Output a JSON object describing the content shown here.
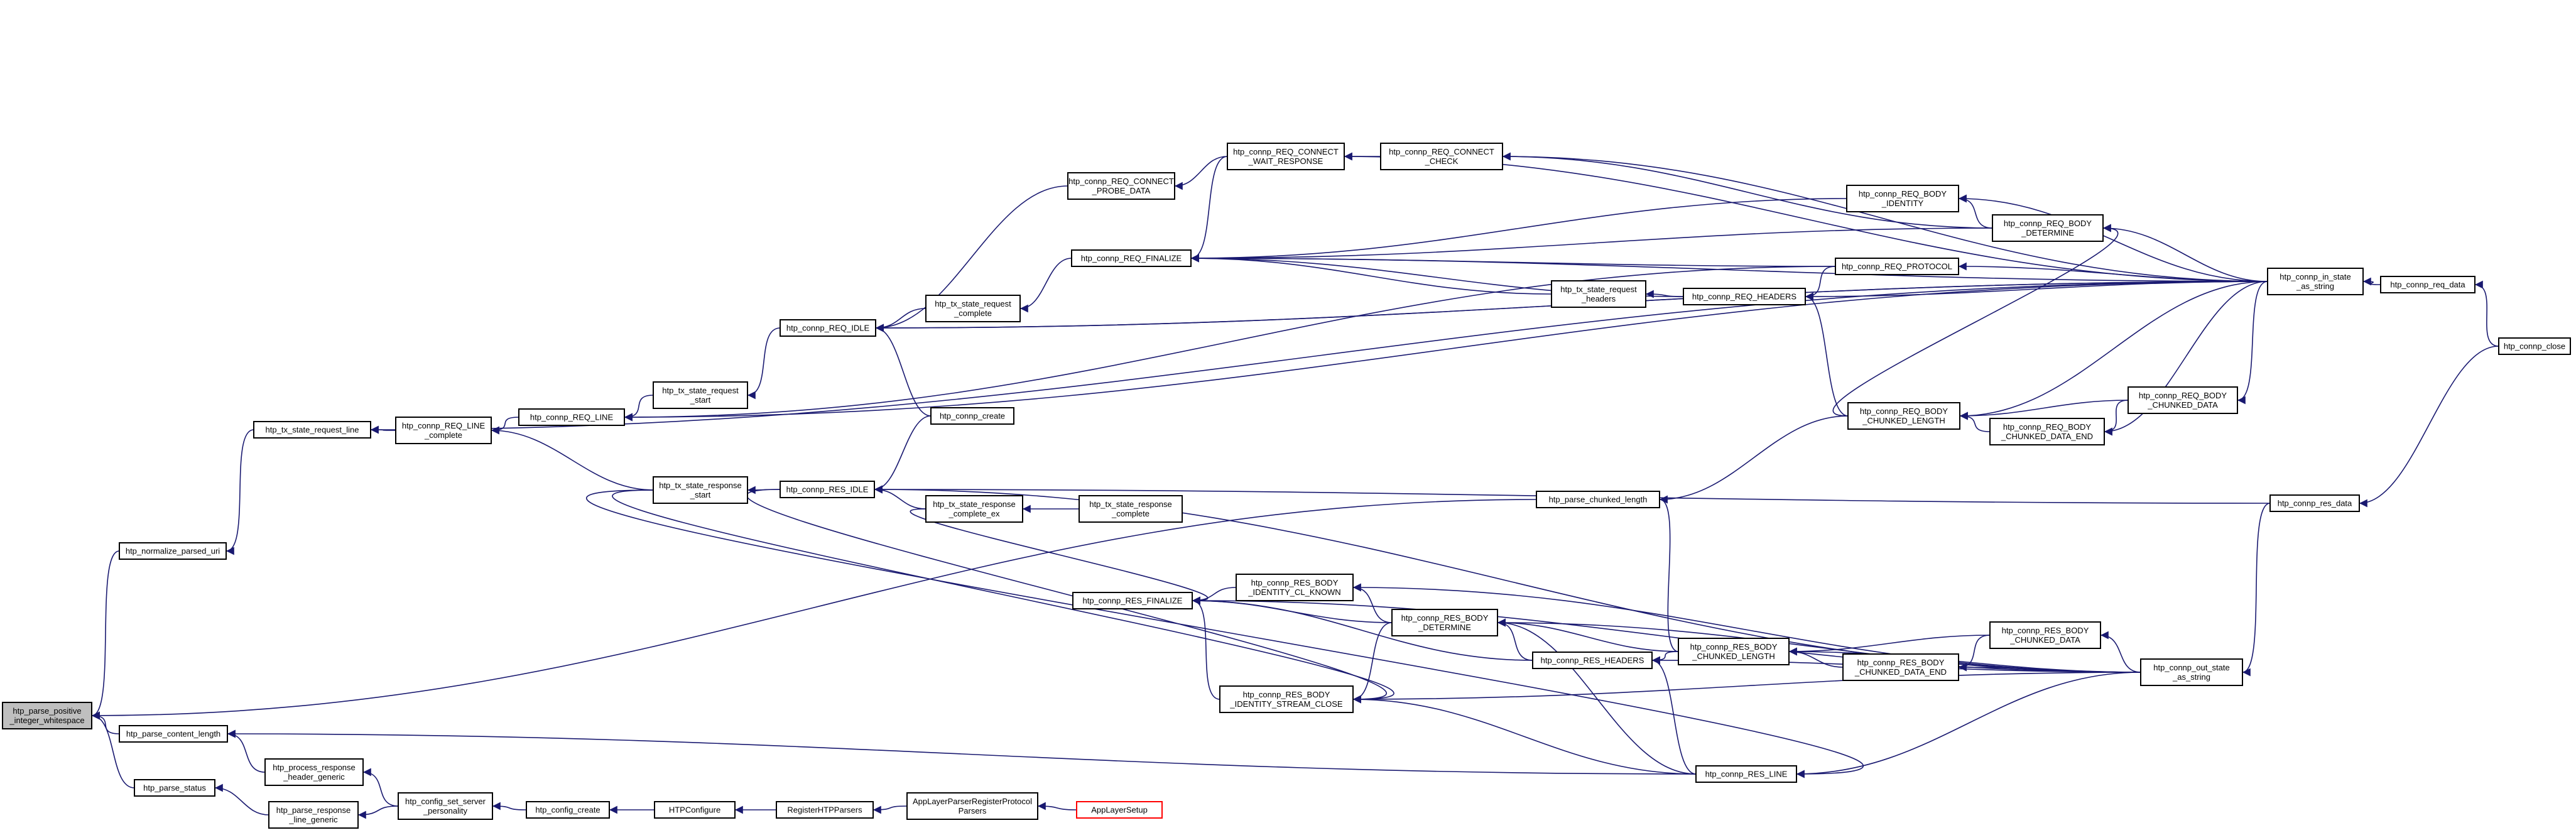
{
  "colors": {
    "edge": "#191970",
    "root_fill": "#bfbfbf",
    "node_border": "#000000",
    "highlight_border": "#ff0000"
  },
  "nodes": [
    {
      "id": "root",
      "lines": [
        "htp_parse_positive",
        "_integer_whitespace"
      ],
      "kind": "root"
    },
    {
      "id": "norm_url",
      "lines": [
        "htp_normalize_parsed_uri"
      ]
    },
    {
      "id": "cont_len",
      "lines": [
        "htp_parse_content_length"
      ]
    },
    {
      "id": "parse_status",
      "lines": [
        "htp_parse_status"
      ]
    },
    {
      "id": "req_line_tx",
      "lines": [
        "htp_tx_state_request_line"
      ]
    },
    {
      "id": "req_line_complete",
      "lines": [
        "htp_connp_REQ_LINE",
        "_complete"
      ]
    },
    {
      "id": "req_line",
      "lines": [
        "htp_connp_REQ_LINE"
      ]
    },
    {
      "id": "tx_req_start",
      "lines": [
        "htp_tx_state_request",
        "_start"
      ]
    },
    {
      "id": "tx_resp_start",
      "lines": [
        "htp_tx_state_response",
        "_start"
      ]
    },
    {
      "id": "req_idle",
      "lines": [
        "htp_connp_REQ_IDLE"
      ]
    },
    {
      "id": "res_idle",
      "lines": [
        "htp_connp_RES_IDLE"
      ]
    },
    {
      "id": "tx_req_complete",
      "lines": [
        "htp_tx_state_request",
        "_complete"
      ]
    },
    {
      "id": "connp_create",
      "lines": [
        "htp_connp_create"
      ]
    },
    {
      "id": "tx_resp_complete_ex",
      "lines": [
        "htp_tx_state_response",
        "_complete_ex"
      ]
    },
    {
      "id": "tx_resp_complete",
      "lines": [
        "htp_tx_state_response",
        "_complete"
      ]
    },
    {
      "id": "req_connect_probe",
      "lines": [
        "htp_connp_REQ_CONNECT",
        "_PROBE_DATA"
      ]
    },
    {
      "id": "req_connect_wait",
      "lines": [
        "htp_connp_REQ_CONNECT",
        "_WAIT_RESPONSE"
      ]
    },
    {
      "id": "req_connect_check",
      "lines": [
        "htp_connp_REQ_CONNECT",
        "_CHECK"
      ]
    },
    {
      "id": "req_finalize",
      "lines": [
        "htp_connp_REQ_FINALIZE"
      ]
    },
    {
      "id": "tx_req_headers",
      "lines": [
        "htp_tx_state_request",
        "_headers"
      ]
    },
    {
      "id": "req_headers",
      "lines": [
        "htp_connp_REQ_HEADERS"
      ]
    },
    {
      "id": "req_protocol",
      "lines": [
        "htp_connp_REQ_PROTOCOL"
      ]
    },
    {
      "id": "req_body_identity",
      "lines": [
        "htp_connp_REQ_BODY",
        "_IDENTITY"
      ]
    },
    {
      "id": "req_body_determine",
      "lines": [
        "htp_connp_REQ_BODY",
        "_DETERMINE"
      ]
    },
    {
      "id": "req_body_chunked_length",
      "lines": [
        "htp_connp_REQ_BODY",
        "_CHUNKED_LENGTH"
      ]
    },
    {
      "id": "req_body_chunked_data_end",
      "lines": [
        "htp_connp_REQ_BODY",
        "_CHUNKED_DATA_END"
      ]
    },
    {
      "id": "req_body_chunked_data",
      "lines": [
        "htp_connp_REQ_BODY",
        "_CHUNKED_DATA"
      ]
    },
    {
      "id": "in_state",
      "lines": [
        "htp_connp_in_state",
        "_as_string"
      ]
    },
    {
      "id": "req_data",
      "lines": [
        "htp_connp_req_data"
      ]
    },
    {
      "id": "connp_close",
      "lines": [
        "htp_connp_close"
      ]
    },
    {
      "id": "res_data",
      "lines": [
        "htp_connp_res_data"
      ]
    },
    {
      "id": "parse_chunked",
      "lines": [
        "htp_parse_chunked_length"
      ]
    },
    {
      "id": "res_finalize",
      "lines": [
        "htp_connp_RES_FINALIZE"
      ]
    },
    {
      "id": "res_body_cl_known",
      "lines": [
        "htp_connp_RES_BODY",
        "_IDENTITY_CL_KNOWN"
      ]
    },
    {
      "id": "res_body_determine",
      "lines": [
        "htp_connp_RES_BODY",
        "_DETERMINE"
      ]
    },
    {
      "id": "res_headers",
      "lines": [
        "htp_connp_RES_HEADERS"
      ]
    },
    {
      "id": "res_body_stream_close",
      "lines": [
        "htp_connp_RES_BODY",
        "_IDENTITY_STREAM_CLOSE"
      ]
    },
    {
      "id": "res_body_chunked_length",
      "lines": [
        "htp_connp_RES_BODY",
        "_CHUNKED_LENGTH"
      ]
    },
    {
      "id": "res_body_chunked_data_end",
      "lines": [
        "htp_connp_RES_BODY",
        "_CHUNKED_DATA_END"
      ]
    },
    {
      "id": "res_body_chunked_data",
      "lines": [
        "htp_connp_RES_BODY",
        "_CHUNKED_DATA"
      ]
    },
    {
      "id": "out_state",
      "lines": [
        "htp_connp_out_state",
        "_as_string"
      ]
    },
    {
      "id": "res_line",
      "lines": [
        "htp_connp_RES_LINE"
      ]
    },
    {
      "id": "process_resp_header",
      "lines": [
        "htp_process_response",
        "_header_generic"
      ]
    },
    {
      "id": "parse_resp_line",
      "lines": [
        "htp_parse_response",
        "_line_generic"
      ]
    },
    {
      "id": "config_set_server",
      "lines": [
        "htp_config_set_server",
        "_personality"
      ]
    },
    {
      "id": "config_create",
      "lines": [
        "htp_config_create"
      ]
    },
    {
      "id": "http_configure",
      "lines": [
        "HTPConfigure"
      ]
    },
    {
      "id": "register_parsers",
      "lines": [
        "RegisterHTPParsers"
      ]
    },
    {
      "id": "applayer_register",
      "lines": [
        "AppLayerParserRegisterProtocol",
        "Parsers"
      ]
    },
    {
      "id": "applayer_setup",
      "lines": [
        "AppLayerSetup"
      ],
      "kind": "red"
    }
  ],
  "edges": [
    [
      "norm_url",
      "root"
    ],
    [
      "cont_len",
      "root"
    ],
    [
      "parse_status",
      "root"
    ],
    [
      "parse_chunked",
      "root"
    ],
    [
      "req_line_tx",
      "norm_url"
    ],
    [
      "process_resp_header",
      "cont_len"
    ],
    [
      "res_line",
      "cont_len"
    ],
    [
      "parse_resp_line",
      "parse_status"
    ],
    [
      "req_line_complete",
      "req_line_tx"
    ],
    [
      "in_state",
      "req_line_tx"
    ],
    [
      "req_line",
      "req_line_complete"
    ],
    [
      "tx_resp_start",
      "req_line_complete"
    ],
    [
      "tx_req_start",
      "req_line"
    ],
    [
      "req_protocol",
      "req_line"
    ],
    [
      "in_state",
      "req_line"
    ],
    [
      "req_idle",
      "tx_req_start"
    ],
    [
      "res_idle",
      "tx_resp_start"
    ],
    [
      "tx_req_complete",
      "req_idle"
    ],
    [
      "connp_create",
      "req_idle"
    ],
    [
      "in_state",
      "req_idle"
    ],
    [
      "req_connect_probe",
      "req_idle"
    ],
    [
      "in_state",
      "req_idle"
    ],
    [
      "connp_create",
      "res_idle"
    ],
    [
      "tx_resp_complete_ex",
      "res_idle"
    ],
    [
      "res_data",
      "res_idle"
    ],
    [
      "out_state",
      "res_idle"
    ],
    [
      "req_finalize",
      "tx_req_complete"
    ],
    [
      "tx_resp_complete",
      "tx_resp_complete_ex"
    ],
    [
      "req_connect_wait",
      "req_connect_probe"
    ],
    [
      "req_connect_check",
      "req_connect_wait"
    ],
    [
      "in_state",
      "req_connect_wait"
    ],
    [
      "in_state",
      "req_connect_check"
    ],
    [
      "req_body_determine",
      "req_connect_check"
    ],
    [
      "req_connect_wait",
      "req_finalize"
    ],
    [
      "req_body_identity",
      "req_finalize"
    ],
    [
      "req_body_determine",
      "req_finalize"
    ],
    [
      "req_protocol",
      "req_finalize"
    ],
    [
      "tx_req_headers",
      "req_finalize"
    ],
    [
      "req_headers",
      "req_finalize"
    ],
    [
      "in_state",
      "req_finalize"
    ],
    [
      "req_headers",
      "tx_req_headers"
    ],
    [
      "req_protocol",
      "req_headers"
    ],
    [
      "in_state",
      "req_headers"
    ],
    [
      "req_body_chunked_length",
      "req_headers"
    ],
    [
      "in_state",
      "req_protocol"
    ],
    [
      "req_body_determine",
      "req_body_identity"
    ],
    [
      "in_state",
      "req_body_identity"
    ],
    [
      "in_state",
      "req_body_determine"
    ],
    [
      "req_body_chunked_length",
      "req_body_determine"
    ],
    [
      "req_body_chunked_data",
      "req_body_chunked_length"
    ],
    [
      "req_body_chunked_data_end",
      "req_body_chunked_length"
    ],
    [
      "in_state",
      "req_body_chunked_length"
    ],
    [
      "req_body_chunked_data",
      "req_body_chunked_data_end"
    ],
    [
      "in_state",
      "req_body_chunked_data_end"
    ],
    [
      "in_state",
      "req_body_chunked_data"
    ],
    [
      "req_data",
      "in_state"
    ],
    [
      "connp_close",
      "req_data"
    ],
    [
      "connp_close",
      "res_data"
    ],
    [
      "res_data",
      "out_state"
    ],
    [
      "req_body_chunked_length",
      "parse_chunked"
    ],
    [
      "res_body_chunked_length",
      "parse_chunked"
    ],
    [
      "res_body_cl_known",
      "res_finalize"
    ],
    [
      "res_body_determine",
      "res_finalize"
    ],
    [
      "res_headers",
      "res_finalize"
    ],
    [
      "res_body_stream_close",
      "res_finalize"
    ],
    [
      "tx_resp_complete_ex",
      "res_finalize"
    ],
    [
      "out_state",
      "res_finalize"
    ],
    [
      "res_body_determine",
      "res_body_cl_known"
    ],
    [
      "out_state",
      "res_body_cl_known"
    ],
    [
      "res_body_chunked_length",
      "res_body_determine"
    ],
    [
      "res_headers",
      "res_body_determine"
    ],
    [
      "res_line",
      "res_body_determine"
    ],
    [
      "out_state",
      "res_body_determine"
    ],
    [
      "res_body_chunked_length",
      "res_headers"
    ],
    [
      "res_line",
      "res_headers"
    ],
    [
      "out_state",
      "res_headers"
    ],
    [
      "res_body_determine",
      "res_body_stream_close"
    ],
    [
      "res_line",
      "res_body_stream_close"
    ],
    [
      "out_state",
      "res_body_stream_close"
    ],
    [
      "tx_resp_start",
      "res_body_stream_close"
    ],
    [
      "res_idle",
      "res_body_stream_close"
    ],
    [
      "res_body_chunked_data",
      "res_body_chunked_length"
    ],
    [
      "res_body_chunked_data_end",
      "res_body_chunked_length"
    ],
    [
      "out_state",
      "res_body_chunked_length"
    ],
    [
      "res_body_chunked_data",
      "res_body_chunked_data_end"
    ],
    [
      "out_state",
      "res_body_chunked_data_end"
    ],
    [
      "out_state",
      "res_body_chunked_data"
    ],
    [
      "out_state",
      "res_line"
    ],
    [
      "tx_resp_start",
      "res_line"
    ],
    [
      "config_set_server",
      "process_resp_header"
    ],
    [
      "config_set_server",
      "parse_resp_line"
    ],
    [
      "config_create",
      "config_set_server"
    ],
    [
      "http_configure",
      "config_create"
    ],
    [
      "register_parsers",
      "http_configure"
    ],
    [
      "applayer_register",
      "register_parsers"
    ],
    [
      "applayer_setup",
      "applayer_register"
    ]
  ]
}
